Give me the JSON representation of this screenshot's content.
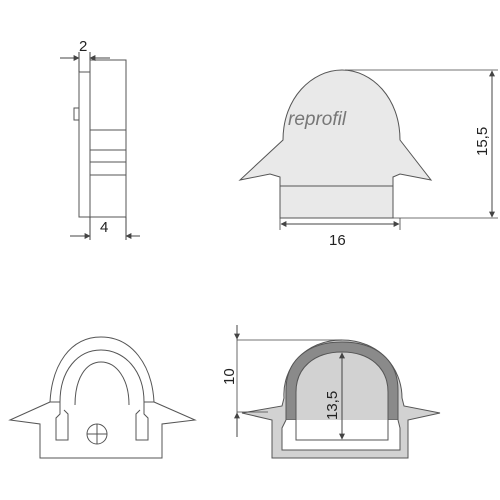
{
  "drawing": {
    "side_view": {
      "dim_top": "2",
      "dim_bottom": "4"
    },
    "front_view": {
      "logo_text": "reprofil",
      "dim_width": "16",
      "dim_height": "15,5"
    },
    "section_view": {
      "dim_outer": "10",
      "dim_inner": "13,5"
    }
  },
  "colors": {
    "line": "#555555",
    "dim_line": "#444444",
    "cap_fill": "#e9e9e9",
    "profile_fill": "#d2d2d2",
    "diffuser_fill": "#8a8a8a",
    "text": "#222222"
  }
}
